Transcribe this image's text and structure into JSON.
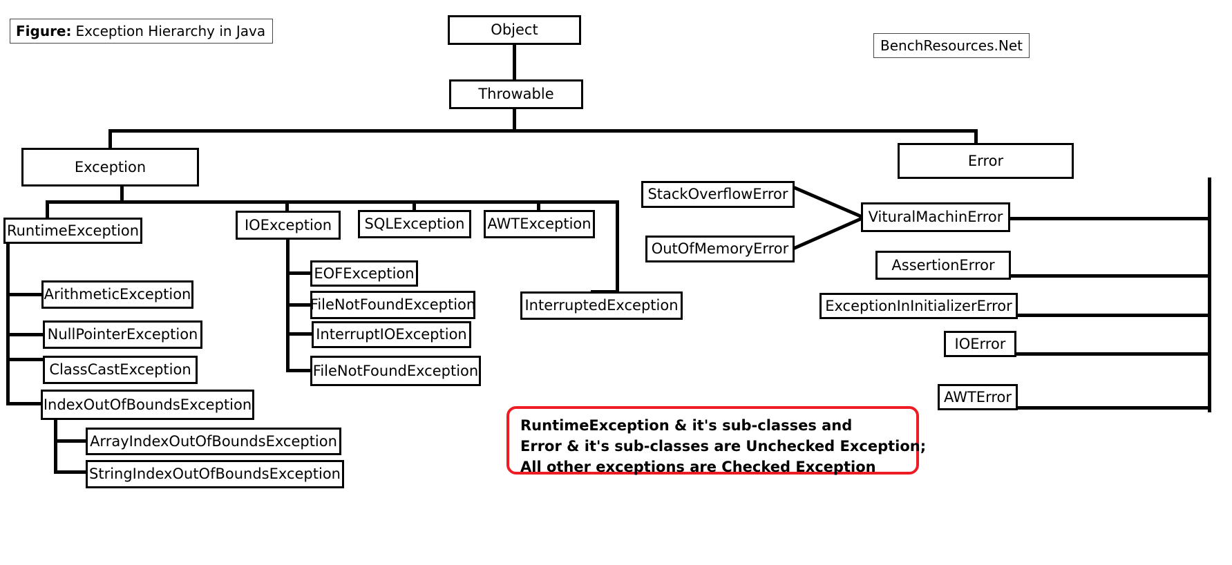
{
  "figure": {
    "caption_label": "Figure:",
    "caption_text": "Exception Hierarchy in Java",
    "watermark": "BenchResources.Net"
  },
  "colors": {
    "box_border": "#000000",
    "connector": "#000000",
    "note_border": "#ee1c25",
    "background": "#ffffff"
  },
  "nodes": {
    "object": "Object",
    "throwable": "Throwable",
    "exception": "Exception",
    "error": "Error",
    "runtime_exception": "RuntimeException",
    "io_exception": "IOException",
    "sql_exception": "SQLException",
    "awt_exception": "AWTException",
    "interrupted_exception": "InterruptedException",
    "arithmetic_exception": "ArithmeticException",
    "null_pointer_exception": "NullPointerException",
    "class_cast_exception": "ClassCastException",
    "index_out_of_bounds_exception": "IndexOutOfBoundsException",
    "array_index_out_of_bounds_exception": "ArrayIndexOutOfBoundsException",
    "string_index_out_of_bounds_exception": "StringIndexOutOfBoundsException",
    "eof_exception": "EOFException",
    "file_not_found_exception": "FileNotFoundException",
    "interrupt_io_exception": "InterruptIOException",
    "file_not_found_exception_2": "FileNotFoundException",
    "stack_overflow_error": "StackOverflowError",
    "out_of_memory_error": "OutOfMemoryError",
    "virtual_machine_error": "VituralMachinError",
    "assertion_error": "AssertionError",
    "exception_in_initializer_error": "ExceptionInInitializerError",
    "io_error": "IOError",
    "awt_error": "AWTError"
  },
  "note": {
    "line1": "RuntimeException & it's sub-classes and",
    "line2": "Error & it's sub-classes are Unchecked Exception;",
    "line3": "All other exceptions are Checked Exception"
  },
  "chart_data": {
    "type": "diagram",
    "title": "Exception Hierarchy in Java",
    "diagram_kind": "class-hierarchy-tree",
    "edges": [
      [
        "Object",
        "Throwable"
      ],
      [
        "Throwable",
        "Exception"
      ],
      [
        "Throwable",
        "Error"
      ],
      [
        "Exception",
        "RuntimeException"
      ],
      [
        "Exception",
        "IOException"
      ],
      [
        "Exception",
        "SQLException"
      ],
      [
        "Exception",
        "AWTException"
      ],
      [
        "Exception",
        "InterruptedException"
      ],
      [
        "RuntimeException",
        "ArithmeticException"
      ],
      [
        "RuntimeException",
        "NullPointerException"
      ],
      [
        "RuntimeException",
        "ClassCastException"
      ],
      [
        "RuntimeException",
        "IndexOutOfBoundsException"
      ],
      [
        "IndexOutOfBoundsException",
        "ArrayIndexOutOfBoundsException"
      ],
      [
        "IndexOutOfBoundsException",
        "StringIndexOutOfBoundsException"
      ],
      [
        "IOException",
        "EOFException"
      ],
      [
        "IOException",
        "FileNotFoundException"
      ],
      [
        "IOException",
        "InterruptIOException"
      ],
      [
        "IOException",
        "FileNotFoundException"
      ],
      [
        "Error",
        "VituralMachinError"
      ],
      [
        "Error",
        "AssertionError"
      ],
      [
        "Error",
        "ExceptionInInitializerError"
      ],
      [
        "Error",
        "IOError"
      ],
      [
        "Error",
        "AWTError"
      ],
      [
        "VituralMachinError",
        "StackOverflowError"
      ],
      [
        "VituralMachinError",
        "OutOfMemoryError"
      ]
    ]
  }
}
